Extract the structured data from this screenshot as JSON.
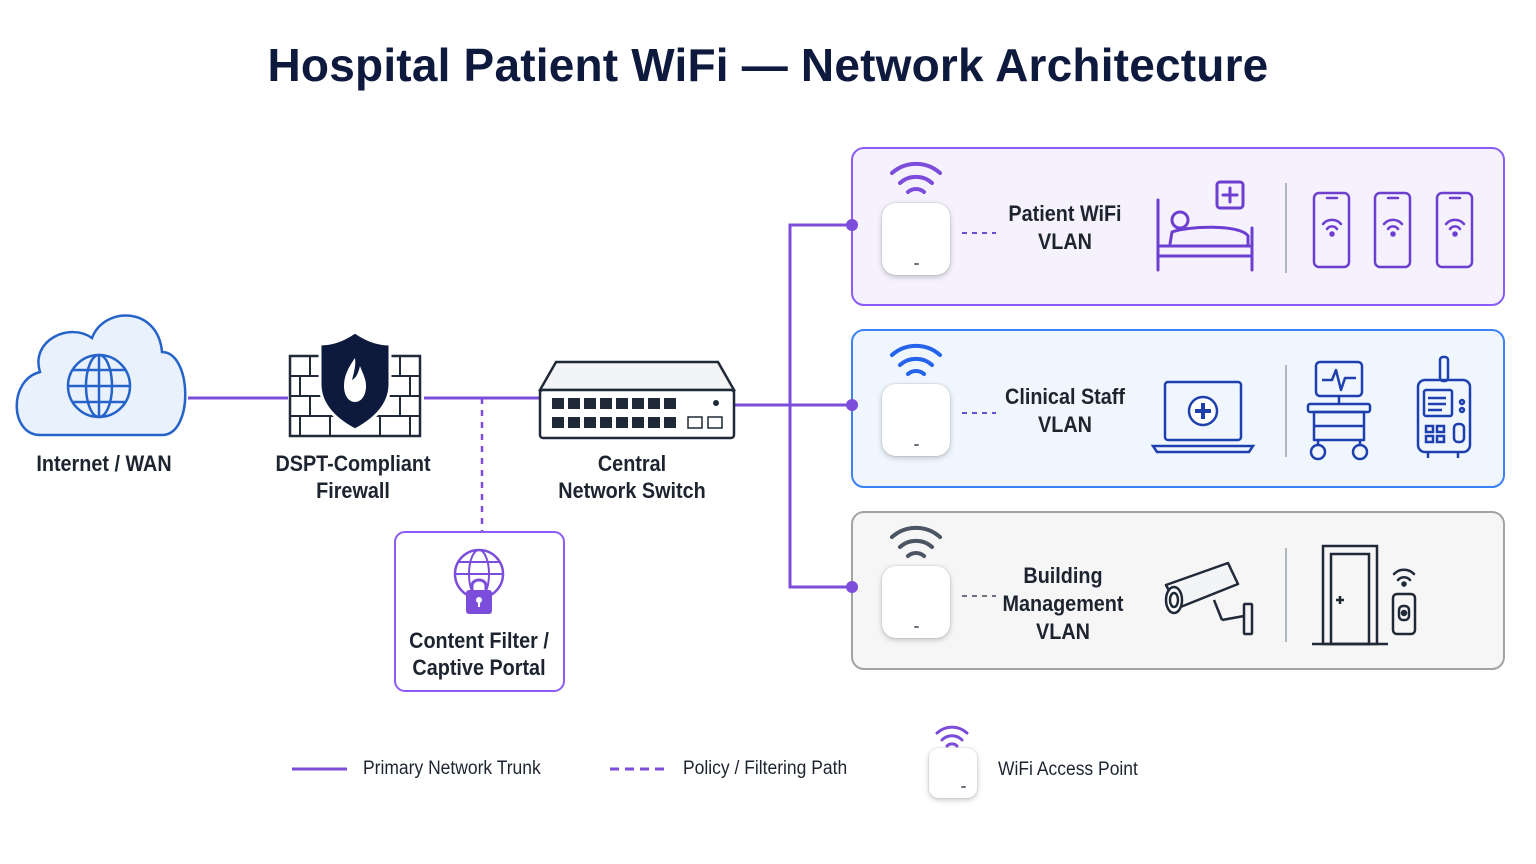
{
  "title": "Hospital Patient WiFi — Network Architecture",
  "colors": {
    "accent": "#7c4ddb",
    "patient_border": "#8b5cf6",
    "patient_bg": "#f5f1fd",
    "clinical_border": "#3b82f6",
    "clinical_bg": "#f0f6fe",
    "building_border": "#a3a3a3",
    "building_bg": "#f6f6f6",
    "navy": "#0e1a3d"
  },
  "nodes": {
    "internet": {
      "label": "Internet / WAN",
      "icon": "cloud-globe-icon"
    },
    "firewall": {
      "label_line1": "DSPT-Compliant",
      "label_line2": "Firewall",
      "icon": "firewall-shield-icon"
    },
    "switch": {
      "label_line1": "Central",
      "label_line2": "Network Switch",
      "icon": "network-switch-icon"
    },
    "content_filter": {
      "label_line1": "Content Filter /",
      "label_line2": "Captive Portal",
      "icon": "globe-lock-icon"
    }
  },
  "vlans": [
    {
      "id": "patient",
      "label_line1": "Patient WiFi",
      "label_line2": "VLAN",
      "icons": [
        "wifi-icon",
        "access-point-icon",
        "hospital-bed-icon",
        "smartphone-icon",
        "smartphone-icon",
        "smartphone-icon"
      ]
    },
    {
      "id": "clinical",
      "label_line1": "Clinical Staff",
      "label_line2": "VLAN",
      "icons": [
        "wifi-icon",
        "access-point-icon",
        "laptop-medical-icon",
        "patient-monitor-icon",
        "infusion-pump-icon"
      ]
    },
    {
      "id": "building",
      "label_line1": "Building",
      "label_line2": "Management",
      "label_line3": "VLAN",
      "icons": [
        "wifi-icon",
        "access-point-icon",
        "security-camera-icon",
        "door-icon",
        "access-reader-icon"
      ]
    }
  ],
  "legend": {
    "primary": "Primary Network Trunk",
    "policy": "Policy / Filtering Path",
    "ap": "WiFi Access Point"
  }
}
